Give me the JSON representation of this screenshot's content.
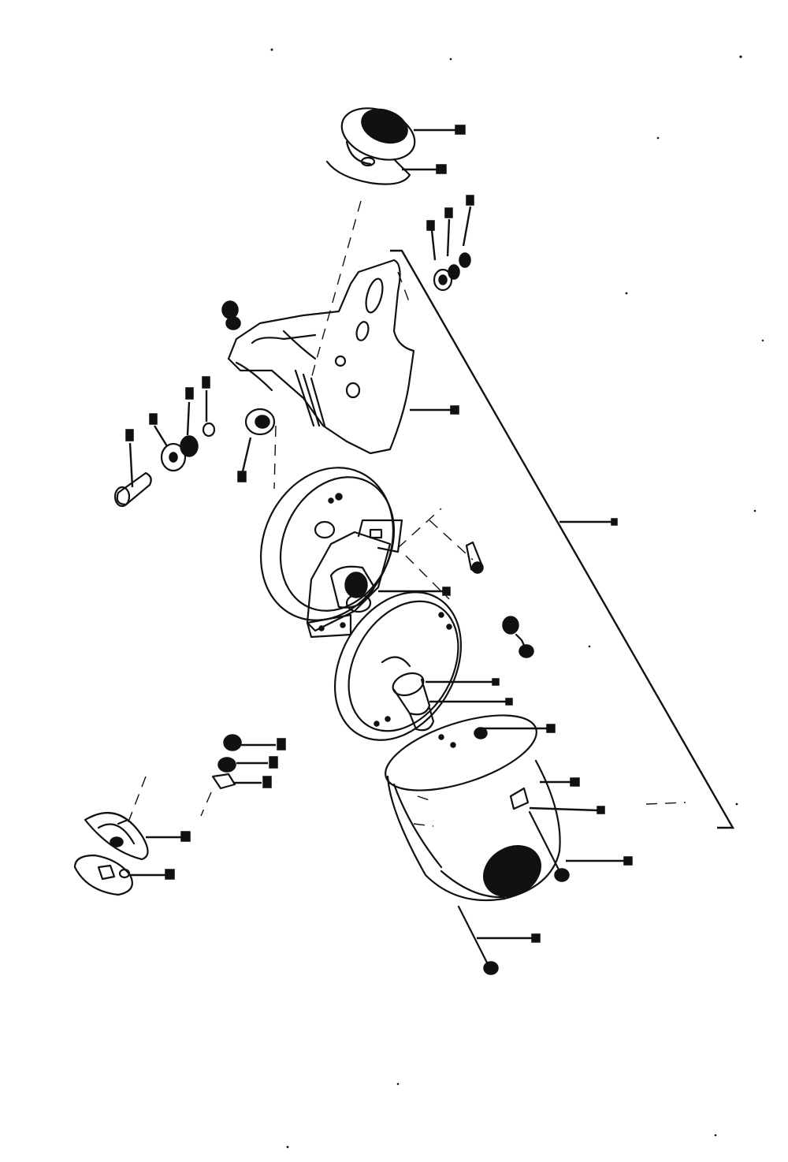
{
  "diagram": {
    "kind": "exploded-parts-view",
    "ink_color": "#111111",
    "background": "#ffffff",
    "parts": [
      {
        "name": "top-cap-lens",
        "icon": "cap-icon"
      },
      {
        "name": "top-cap-base",
        "icon": "cap-base-icon"
      },
      {
        "name": "washer-nut-stack-right",
        "icon": "nut-icon"
      },
      {
        "name": "mounting-bracket",
        "icon": "bracket-icon"
      },
      {
        "name": "bolt-washer-nut-left",
        "icon": "bolt-icon"
      },
      {
        "name": "grommet",
        "icon": "grommet-icon"
      },
      {
        "name": "front-flange-plate",
        "icon": "flange-icon"
      },
      {
        "name": "switch-block",
        "icon": "switch-icon"
      },
      {
        "name": "rear-flange-plate",
        "icon": "flange-icon"
      },
      {
        "name": "bearing-sleeve",
        "icon": "sleeve-icon"
      },
      {
        "name": "housing-can",
        "icon": "housing-icon"
      },
      {
        "name": "through-bolt-upper",
        "icon": "bolt-icon"
      },
      {
        "name": "through-bolt-lower",
        "icon": "bolt-icon"
      },
      {
        "name": "small-screw",
        "icon": "screw-icon"
      },
      {
        "name": "nut-and-bolt",
        "icon": "nut-icon"
      },
      {
        "name": "lower-nut-washer-stack",
        "icon": "nut-icon"
      },
      {
        "name": "bottom-cap",
        "icon": "cap-icon"
      },
      {
        "name": "bottom-cap-base",
        "icon": "cap-base-icon"
      }
    ]
  }
}
